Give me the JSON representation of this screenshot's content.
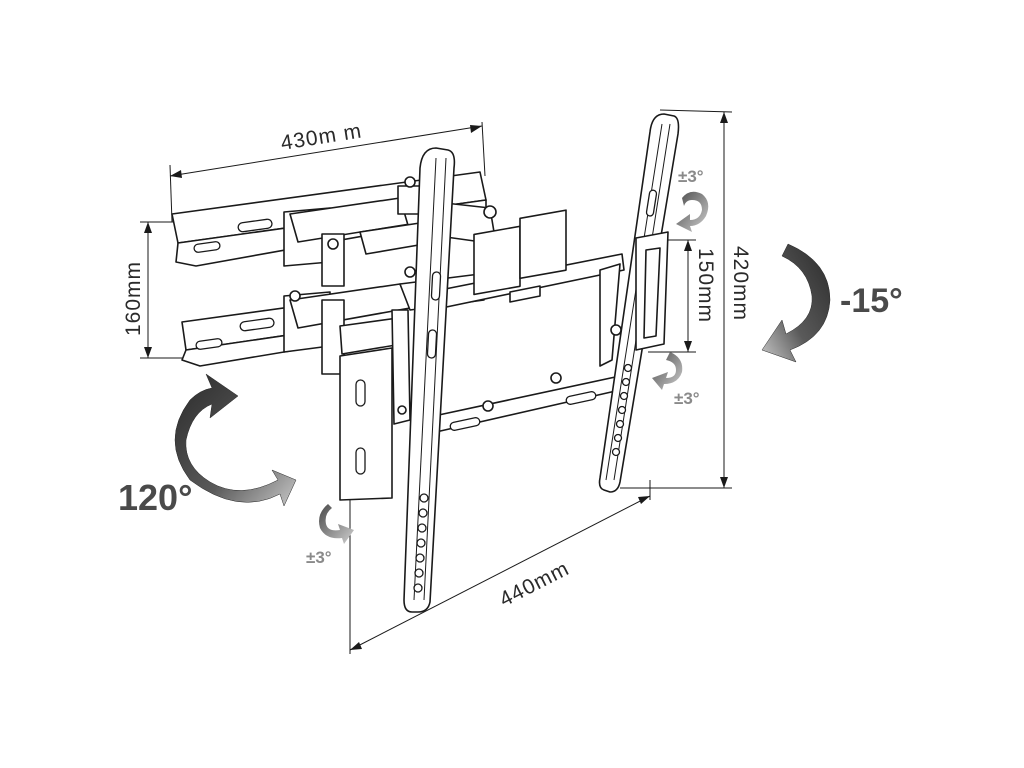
{
  "dimensions": {
    "width_top": "430m m",
    "height_left": "160mm",
    "plate_height": "420mm",
    "hole_spacing": "150mm",
    "width_bottom": "440mm"
  },
  "rotations": {
    "swivel": "120°",
    "tilt": "-15°",
    "level_top": "±3°",
    "level_right": "±3°",
    "level_bottom": "±3°"
  },
  "colors": {
    "line": "#1a1a1a",
    "arrow_dark": "#3a3a3a",
    "arrow_light": "#b8b8b8"
  }
}
